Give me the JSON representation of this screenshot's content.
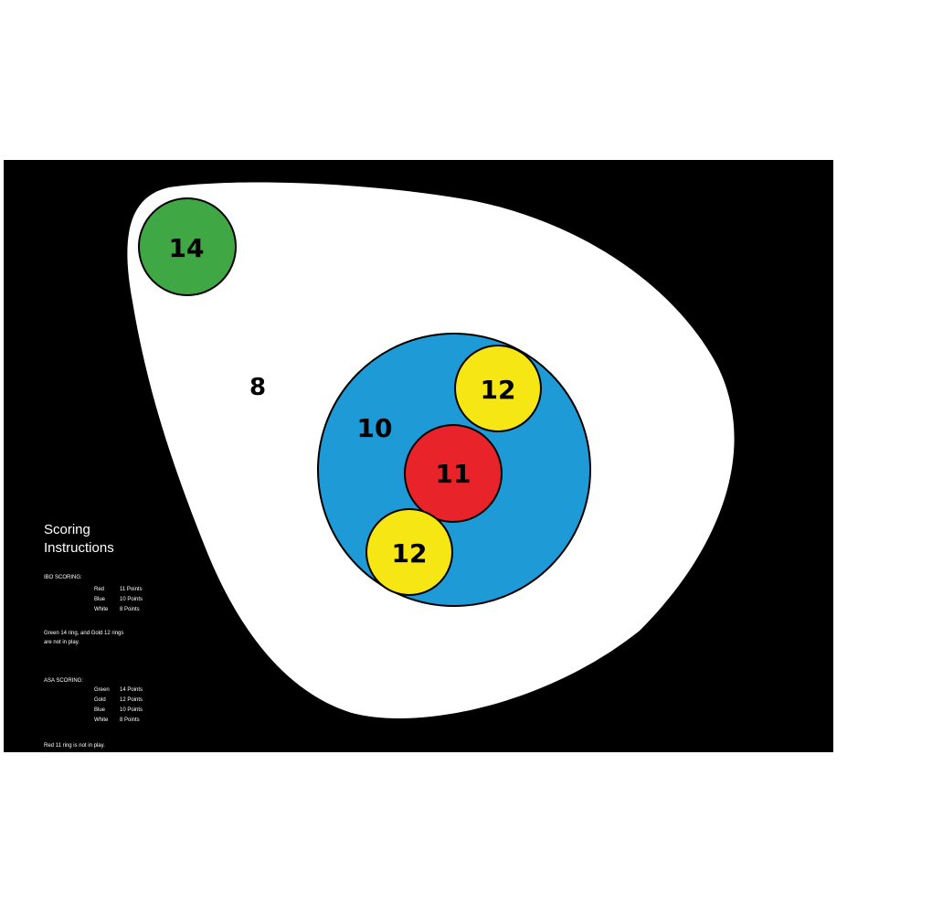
{
  "target": {
    "zones": {
      "white": {
        "label": "8",
        "color": "#ffffff"
      },
      "blue": {
        "label": "10",
        "color": "#1e9ad6"
      },
      "red": {
        "label": "11",
        "color": "#e8242a"
      },
      "gold_upper": {
        "label": "12",
        "color": "#f5e614"
      },
      "gold_lower": {
        "label": "12",
        "color": "#f5e614"
      },
      "green": {
        "label": "14",
        "color": "#3fa845"
      }
    },
    "background_color": "#000000"
  },
  "instructions": {
    "title_line1": "Scoring",
    "title_line2": "Instructions",
    "ibo_heading": "IBO SCORING:",
    "ibo_rows": [
      {
        "color": "Red",
        "points": "11 Points"
      },
      {
        "color": "Blue",
        "points": "10 Points"
      },
      {
        "color": "White",
        "points": "8 Points"
      }
    ],
    "ibo_note_line1": "Green 14 ring, and Gold 12 rings",
    "ibo_note_line2": "are not in play.",
    "asa_heading": "ASA SCORING:",
    "asa_rows": [
      {
        "color": "Green",
        "points": "14 Points"
      },
      {
        "color": "Gold",
        "points": "12 Points"
      },
      {
        "color": "Blue",
        "points": "10 Points"
      },
      {
        "color": "White",
        "points": "8 Points"
      }
    ],
    "asa_note": "Red 11 ring is not in play."
  }
}
